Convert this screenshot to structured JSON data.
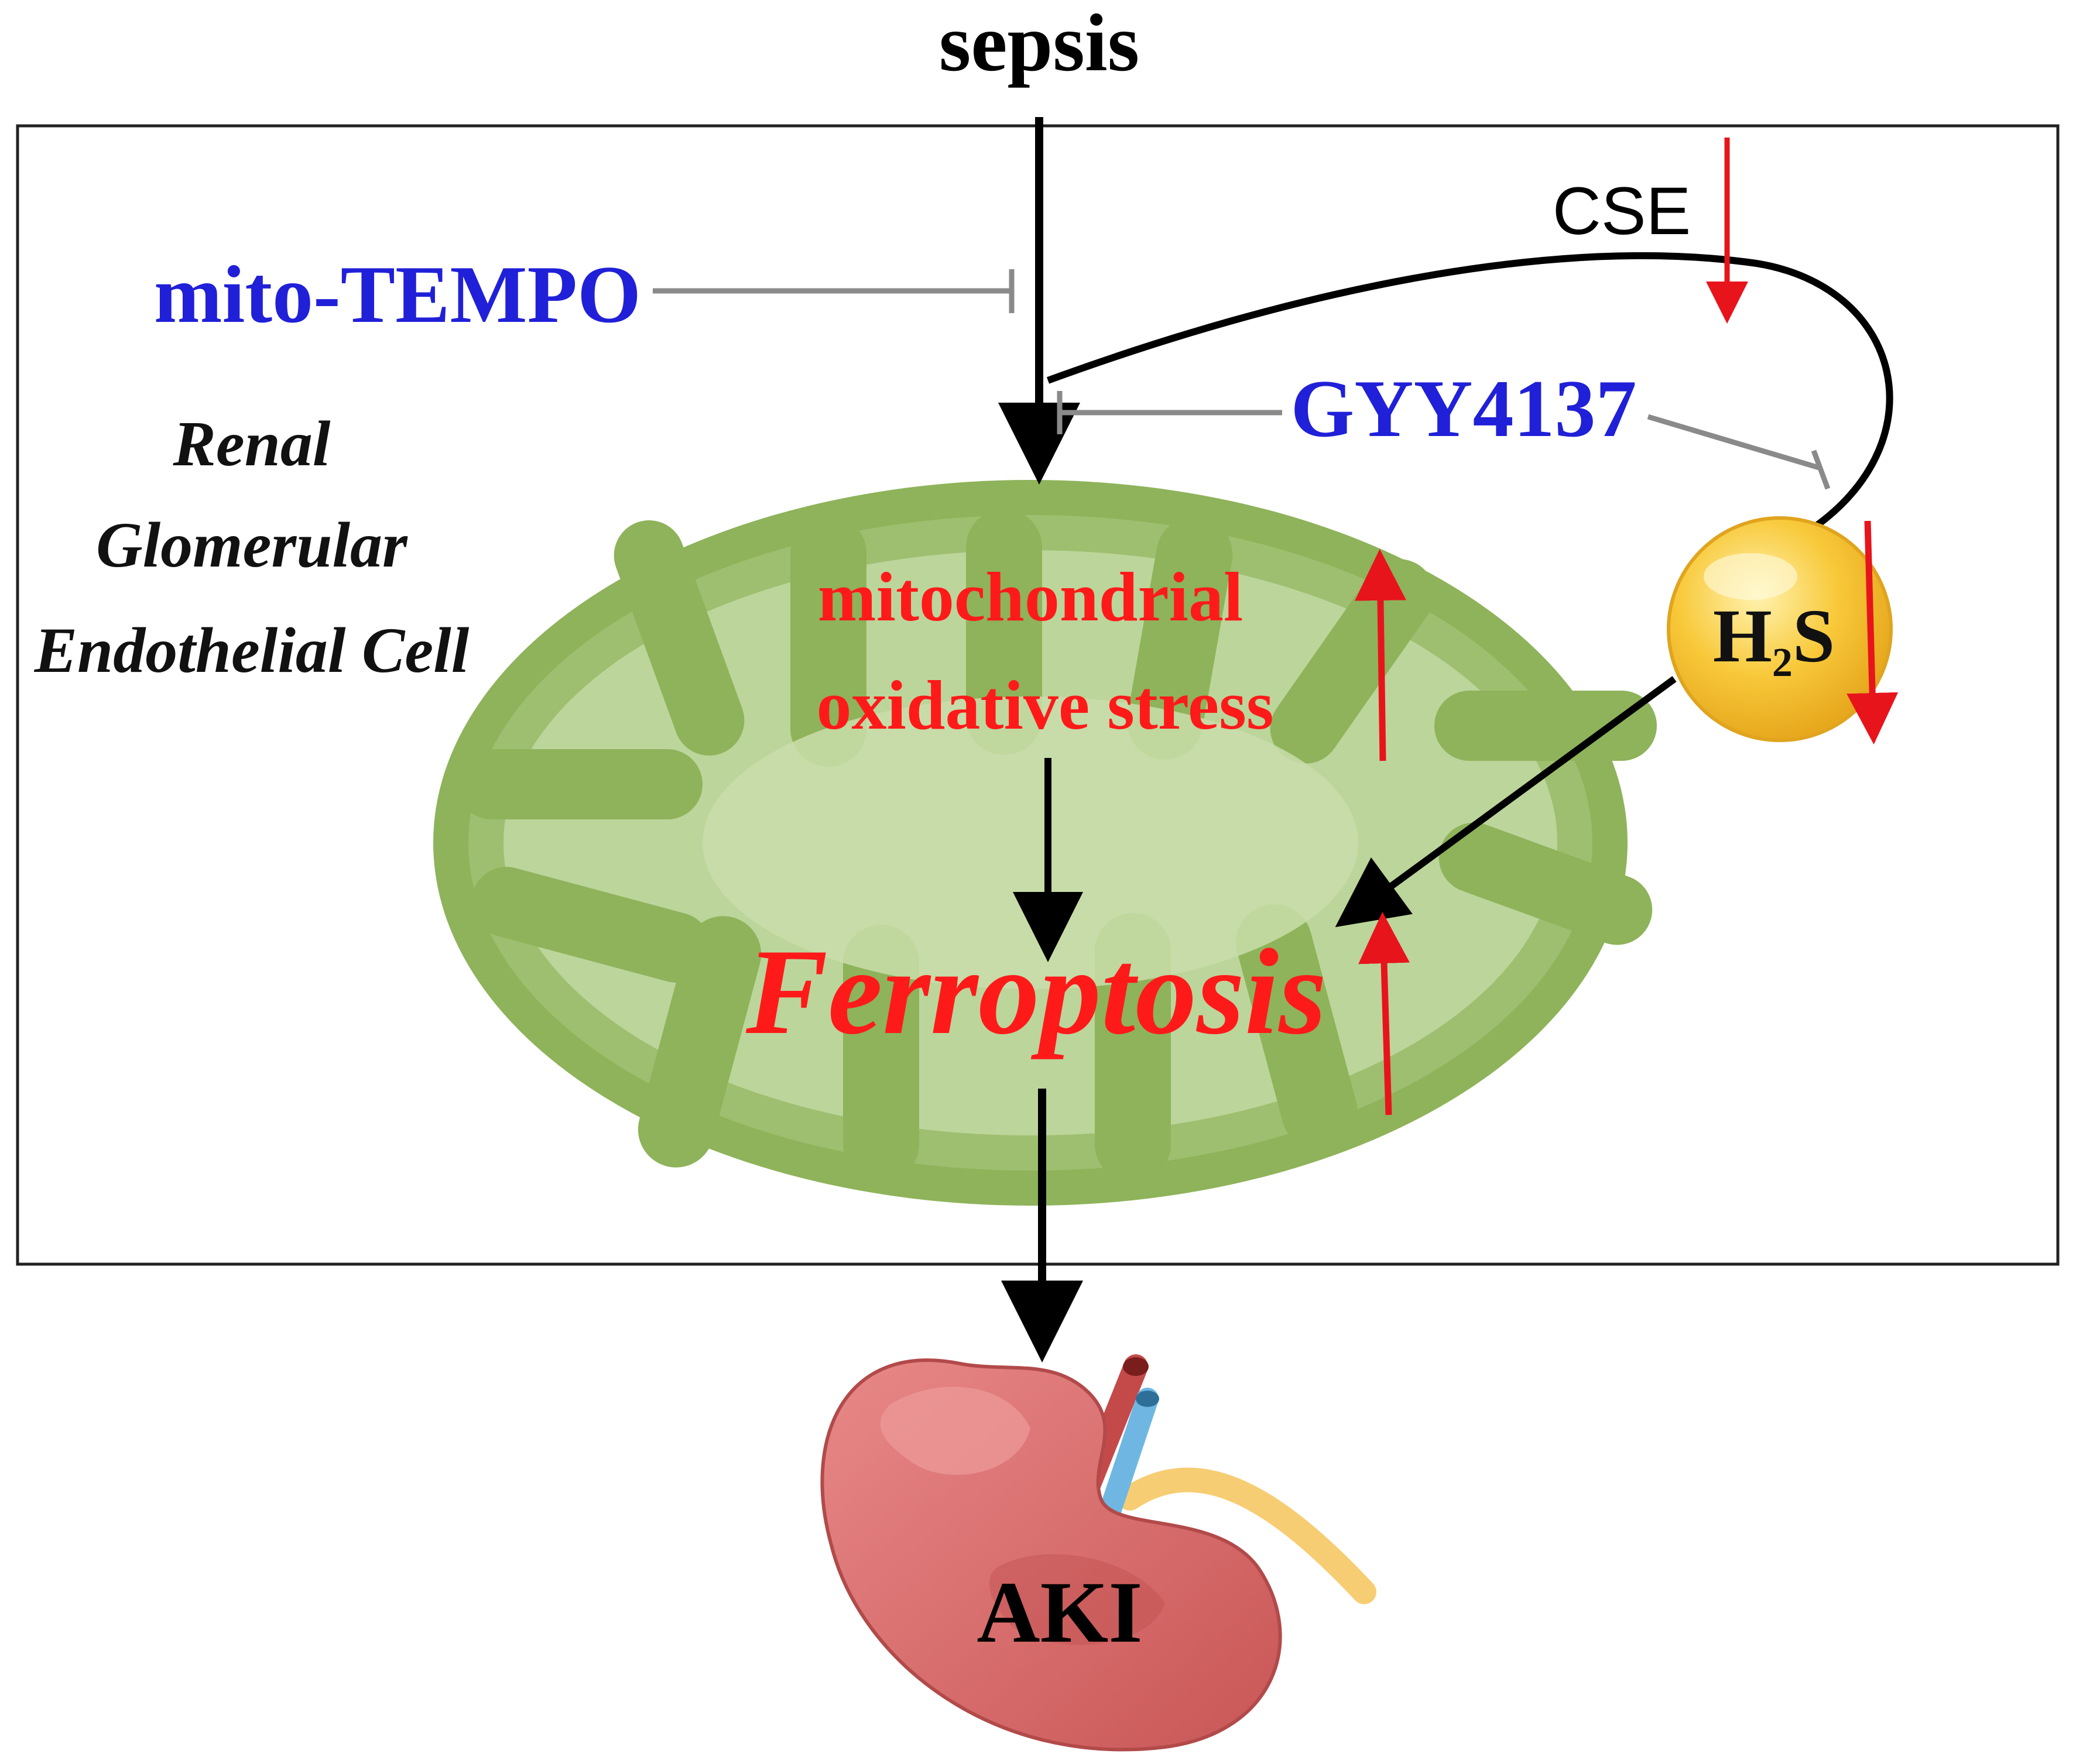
{
  "title": "sepsis",
  "cell_label": {
    "line1": "Renal",
    "line2": "Glomerular",
    "line3": "Endothelial Cell"
  },
  "inhibitors": {
    "mito_tempo": "mito-TEMPO",
    "gyy4137": "GYY4137"
  },
  "enzyme": "CSE",
  "h2s": {
    "base": "H",
    "subscript": "2",
    "suffix": "S"
  },
  "mitochondrion": {
    "stress_line1": "mitochondrial",
    "stress_line2": "oxidative stress",
    "ferroptosis": "Ferroptosis"
  },
  "outcome": "AKI",
  "colors": {
    "inhibitor_text": "#2020d8",
    "increase_text": "#ff1a1a",
    "red_arrow": "#e8141c",
    "inhibit_line": "#8a8a8a",
    "mito_outer": "#8eb35a",
    "mito_inner": "#bcd59b",
    "h2s_fill": "#f8c93a",
    "kidney": "#dc6e6e"
  },
  "icons": [
    "mitochondrion-icon",
    "kidney-icon",
    "h2s-molecule-icon"
  ]
}
